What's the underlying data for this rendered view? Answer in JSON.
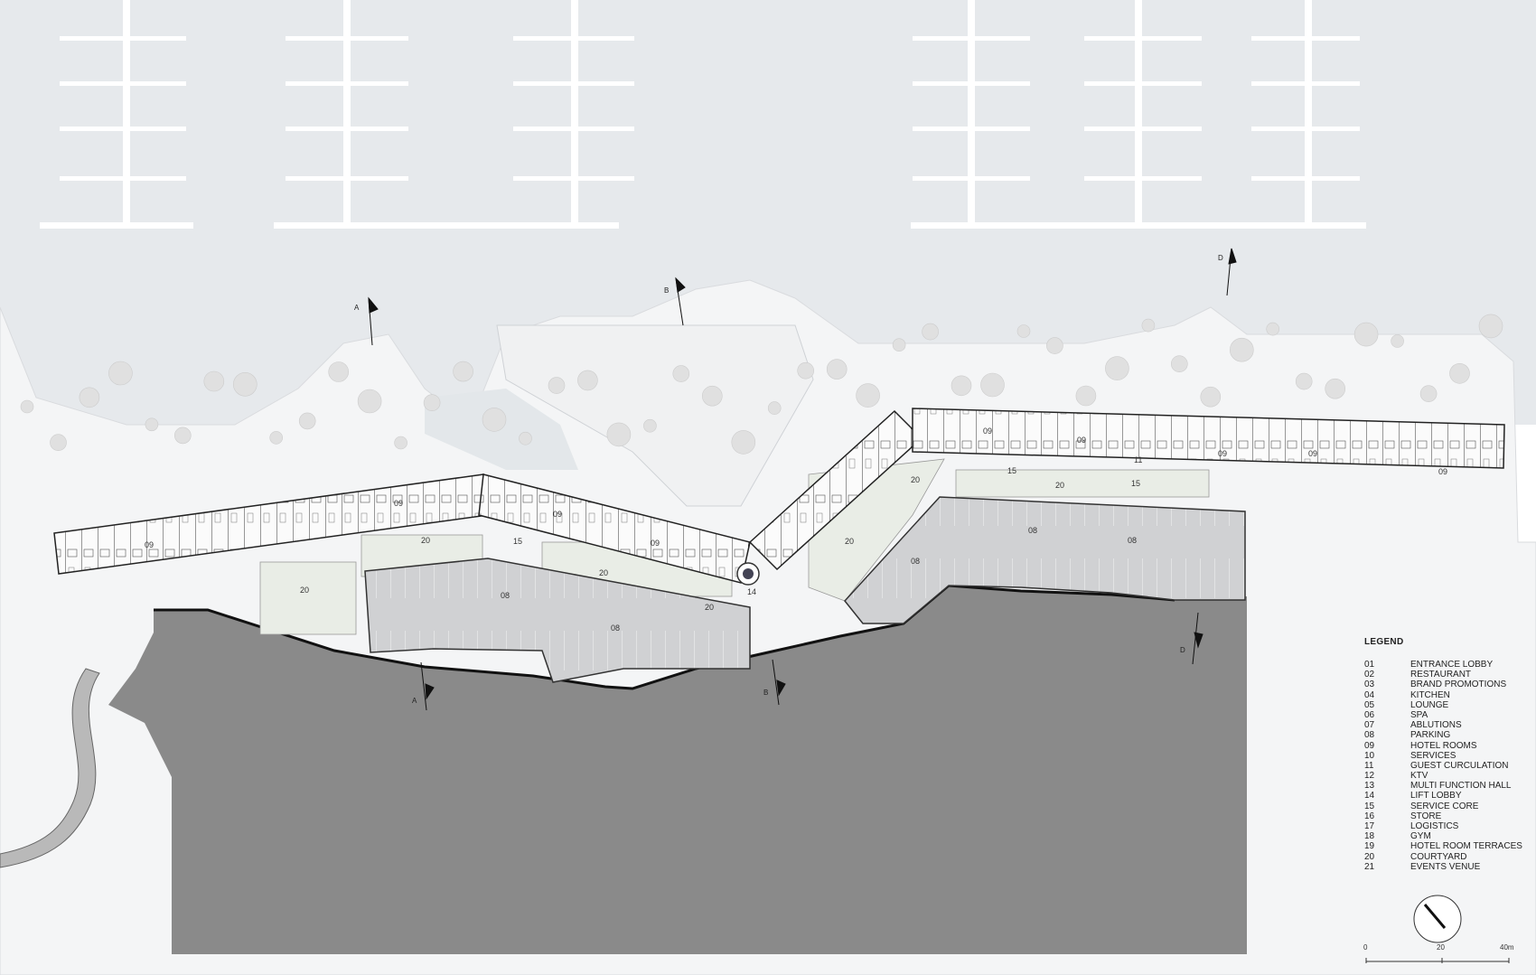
{
  "legend": {
    "title": "LEGEND",
    "items": [
      {
        "code": "01",
        "name": "ENTRANCE LOBBY"
      },
      {
        "code": "02",
        "name": "RESTAURANT"
      },
      {
        "code": "03",
        "name": "BRAND PROMOTIONS"
      },
      {
        "code": "04",
        "name": "KITCHEN"
      },
      {
        "code": "05",
        "name": "LOUNGE"
      },
      {
        "code": "06",
        "name": "SPA"
      },
      {
        "code": "07",
        "name": "ABLUTIONS"
      },
      {
        "code": "08",
        "name": "PARKING"
      },
      {
        "code": "09",
        "name": "HOTEL ROOMS"
      },
      {
        "code": "10",
        "name": "SERVICES"
      },
      {
        "code": "11",
        "name": "GUEST CURCULATION"
      },
      {
        "code": "12",
        "name": "KTV"
      },
      {
        "code": "13",
        "name": "MULTI FUNCTION HALL"
      },
      {
        "code": "14",
        "name": "LIFT LOBBY"
      },
      {
        "code": "15",
        "name": "SERVICE CORE"
      },
      {
        "code": "16",
        "name": "STORE"
      },
      {
        "code": "17",
        "name": "LOGISTICS"
      },
      {
        "code": "18",
        "name": "GYM"
      },
      {
        "code": "19",
        "name": "HOTEL ROOM TERRACES"
      },
      {
        "code": "20",
        "name": "COURTYARD"
      },
      {
        "code": "21",
        "name": "EVENTS VENUE"
      }
    ]
  },
  "scale": {
    "ticks": [
      "0",
      "20",
      "40m"
    ]
  },
  "section_markers": [
    "A",
    "B",
    "D",
    "A",
    "B",
    "D"
  ],
  "zone_labels": {
    "hotel_rooms": "09",
    "parking": "08",
    "courtyard": "20",
    "guest_circulation": "11",
    "service_core": "15",
    "lift_lobby": "14"
  },
  "colors": {
    "water": "#e6e9ec",
    "pier": "#ffffff",
    "land": "#f4f5f6",
    "building": "#fafafa",
    "parking": "#cfd0d2",
    "courtyard": "#e9ede6",
    "terrain": "#8a8a8a",
    "line": "#222222"
  }
}
